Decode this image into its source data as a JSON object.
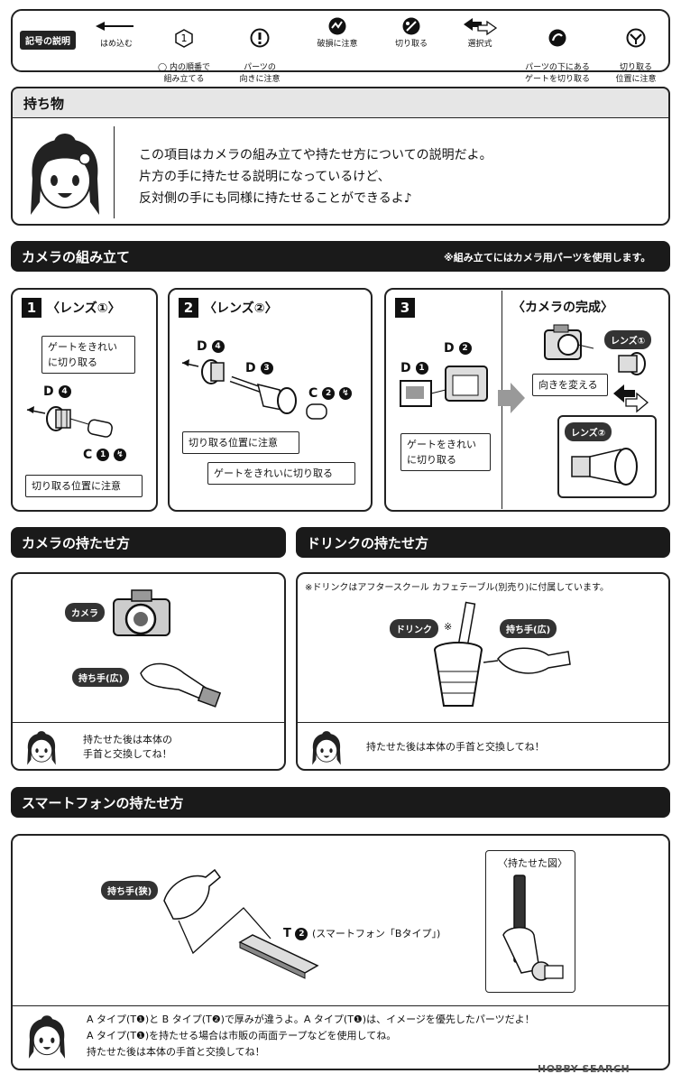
{
  "legend": {
    "title": "記号の説明",
    "items": [
      {
        "label": "はめ込む",
        "icon": "arrow-left-icon"
      },
      {
        "label": "◯ 内の順番で\n組み立てる",
        "icon": "circle-one-icon"
      },
      {
        "label": "パーツの\n向きに注意",
        "icon": "exclamation-icon"
      },
      {
        "label": "破損に注意",
        "icon": "damage-icon"
      },
      {
        "label": "切り取る",
        "icon": "cut-icon"
      },
      {
        "label": "選択式",
        "icon": "choice-arrows-icon"
      },
      {
        "label": "パーツの下にある\nゲートを切り取る",
        "icon": "gate-cut-icon"
      },
      {
        "label": "切り取る\n位置に注意",
        "icon": "cut-position-icon"
      }
    ]
  },
  "belongings": {
    "title": "持ち物",
    "lines": [
      "この項目はカメラの組み立てや持たせ方についての説明だよ。",
      "片方の手に持たせる説明になっているけど、",
      "反対側の手にも同様に持たせることができるよ♪"
    ]
  },
  "camera_assembly": {
    "title": "カメラの組み立て",
    "note": "※組み立てにはカメラ用パーツを使用します。",
    "step1": {
      "num": "1",
      "title": "〈レンズ①〉",
      "callout_top": "ゲートをきれい\nに切り取る",
      "part_d": "D",
      "part_d_num": "4",
      "part_c": "C",
      "part_c_num": "1",
      "callout_bottom": "切り取る位置に注意"
    },
    "step2": {
      "num": "2",
      "title": "〈レンズ②〉",
      "part_d4": "D",
      "part_d4_num": "4",
      "part_d3": "D",
      "part_d3_num": "3",
      "part_c": "C",
      "part_c_num": "2",
      "callout_cut": "切り取る位置に注意",
      "callout_gate": "ゲートをきれいに切り取る"
    },
    "step3": {
      "num": "3",
      "part_d2": "D",
      "part_d2_num": "2",
      "part_d1": "D",
      "part_d1_num": "1",
      "callout_gate": "ゲートをきれい\nに切り取る",
      "complete_title": "〈カメラの完成〉",
      "lens1": "レンズ①",
      "lens2": "レンズ②",
      "direction": "向きを変える"
    }
  },
  "camera_hold": {
    "title": "カメラの持たせ方",
    "tag_camera": "カメラ",
    "tag_hand": "持ち手(広)",
    "tip": "持たせた後は本体の\n手首と交換してね！"
  },
  "drink_hold": {
    "title": "ドリンクの持たせ方",
    "note": "※ドリンクはアフタースクール カフェテーブル(別売り)に付属しています。",
    "tag_drink": "ドリンク",
    "tag_drink_mark": "※",
    "tag_hand": "持ち手(広)",
    "tip": "持たせた後は本体の手首と交換してね！"
  },
  "smartphone_hold": {
    "title": "スマートフォンの持たせ方",
    "tag_hand": "持ち手(狭)",
    "part_t": "T",
    "part_t_num": "2",
    "part_desc": "(スマートフォン「Bタイプ」)",
    "held_title": "〈持たせた図〉",
    "lines": [
      "A タイプ(T❶)と B タイプ(T❷)で厚みが違うよ。A タイプ(T❶)は、イメージを優先したパーツだよ！",
      "A タイプ(T❶)を持たせる場合は市販の両面テープなどを使用してね。",
      "持たせた後は本体の手首と交換してね！"
    ]
  },
  "watermark": "HOBBY SEARCH"
}
